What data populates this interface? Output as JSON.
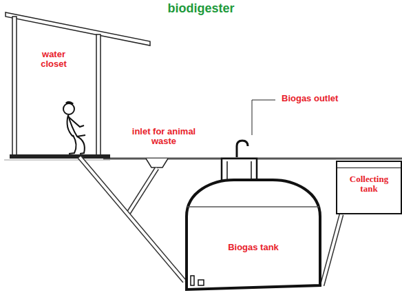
{
  "diagram": {
    "title": "biodigester",
    "nodes": [
      {
        "text": [
          "water closet"
        ]
      },
      {
        "text": [
          "Biogas tank"
        ]
      },
      {
        "text": [
          "Collecting tank"
        ]
      }
    ],
    "edges": [
      {
        "from": 0,
        "to": 1,
        "arrow": "none"
      },
      {
        "from": 1,
        "to": 2,
        "arrow": "none"
      }
    ],
    "labels": [
      "inlet for animal waste",
      "Biogas outlet"
    ]
  }
}
